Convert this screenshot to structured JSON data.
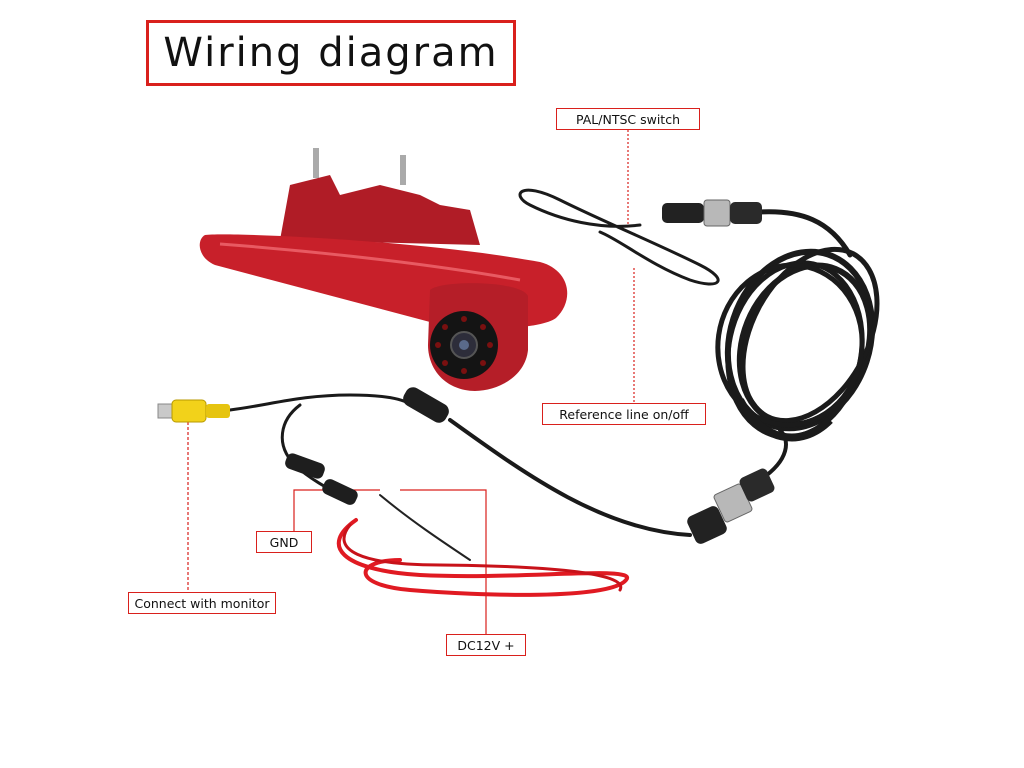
{
  "diagram": {
    "title": "Wiring diagram",
    "labels": {
      "pal_ntsc_switch": "PAL/NTSC switch",
      "reference_line": "Reference line on/off",
      "gnd": "GND",
      "connect_monitor": "Connect with monitor",
      "dc12v": "DC12V +"
    },
    "colors": {
      "accent": "#d9201c",
      "camera_body": "#c8202a",
      "cable": "#1a1a1a",
      "power_wire": "#e01a22",
      "rca_plug": "#f2d21a"
    },
    "icons": [
      "camera-housing-icon",
      "rca-connector-icon",
      "aviation-connector-icon",
      "cable-coil-icon"
    ]
  }
}
